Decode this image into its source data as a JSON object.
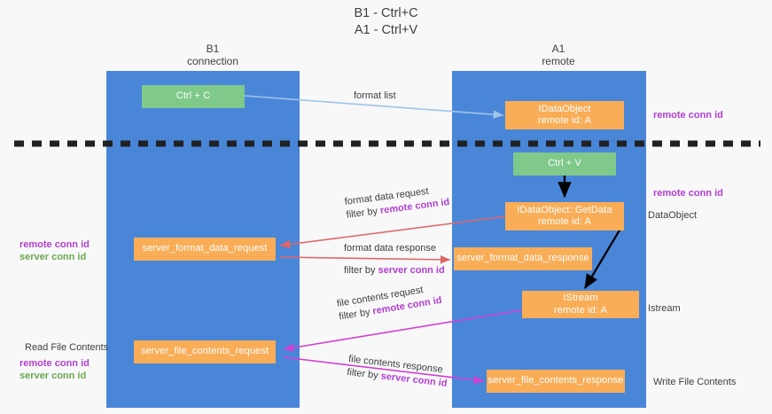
{
  "title": {
    "line1": "B1 - Ctrl+C",
    "line2": "A1 - Ctrl+V"
  },
  "columns": [
    {
      "name": "B1",
      "role": "connection"
    },
    {
      "name": "A1",
      "role": "remote"
    }
  ],
  "boxes": {
    "ctrl_c": {
      "label": "Ctrl + C",
      "color": "#7fc98a"
    },
    "ctrl_v": {
      "label": "Ctrl + V",
      "color": "#7fc98a"
    },
    "idataobject": {
      "line1": "IDataObject",
      "line2": "remote id: A",
      "color": "#f9ad57"
    },
    "getdata": {
      "line1": "IDataObject::GetData",
      "line2": "remote id: A",
      "color": "#f9ad57"
    },
    "istream": {
      "line1": "IStream",
      "line2": "remote id: A",
      "color": "#f9ad57"
    },
    "server_format_data_request": {
      "label": "server_format_data_request",
      "color": "#f9ad57"
    },
    "server_format_data_response": {
      "label": "server_format_data_response",
      "color": "#f9ad57"
    },
    "server_file_contents_request": {
      "label": "server_file_contents_request",
      "color": "#f9ad57"
    },
    "server_file_contents_response": {
      "label": "server_file_contents_response",
      "color": "#f9ad57"
    }
  },
  "edge_labels": {
    "format_list": "format list",
    "format_data_request": "format data request",
    "format_data_request_filter_prefix": "filter by ",
    "format_data_request_filter_key": "remote conn id",
    "format_data_response": "format data response",
    "format_data_response_filter_prefix": "filter by ",
    "format_data_response_filter_key": "server conn id",
    "file_contents_request": "file contents request",
    "file_contents_request_filter_prefix": "filter by ",
    "file_contents_request_filter_key": "remote conn id",
    "file_contents_response": "file contents response",
    "file_contents_response_filter_prefix": "filter by ",
    "file_contents_response_filter_key": "server conn id"
  },
  "side_labels": {
    "left_remote_conn_id": "remote conn id",
    "left_server_conn_id": "server conn id",
    "read_file_contents": "Read File Contents",
    "left_remote_conn_id_2": "remote conn id",
    "left_server_conn_id_2": "server conn id",
    "right_remote_conn_id_top": "remote conn id",
    "right_remote_conn_id_mid": "remote conn id",
    "right_dataobject": "DataObject",
    "right_istream": "Istream",
    "right_write_file_contents": "Write File Contents"
  },
  "colors": {
    "lane": "#4a86d8",
    "orange": "#f9ad57",
    "green": "#7fc98a",
    "purple": "#b03fd0",
    "green_text": "#6aa84f",
    "arrow_blue": "#9fc5e8",
    "arrow_red": "#e06666",
    "arrow_magenta": "#d23fd2",
    "arrow_black": "#000000",
    "divider": "#202124",
    "background": "#f8f8f8"
  }
}
